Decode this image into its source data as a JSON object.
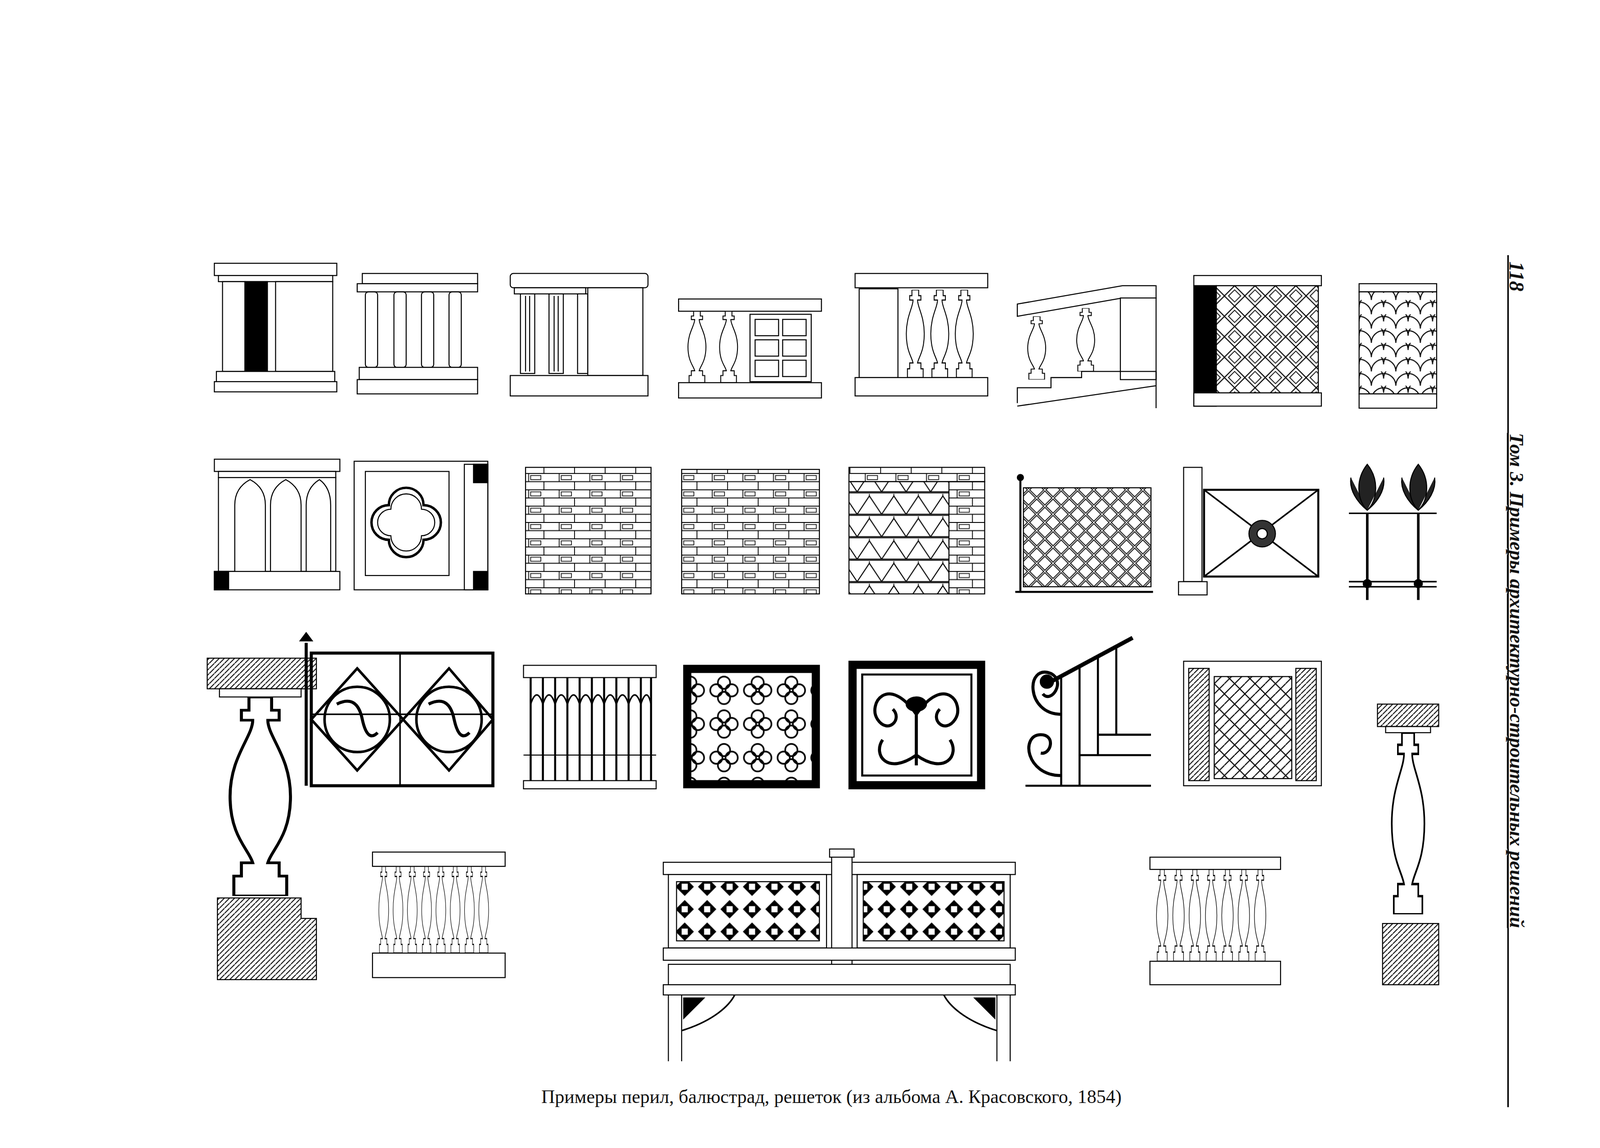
{
  "diagram": {
    "caption": "Примеры перил, балюстрад, решеток (из альбома А. Красовского, 1854)",
    "labels": [
      "118",
      "Том 3. Примеры архитектурно-строительных решений"
    ]
  }
}
